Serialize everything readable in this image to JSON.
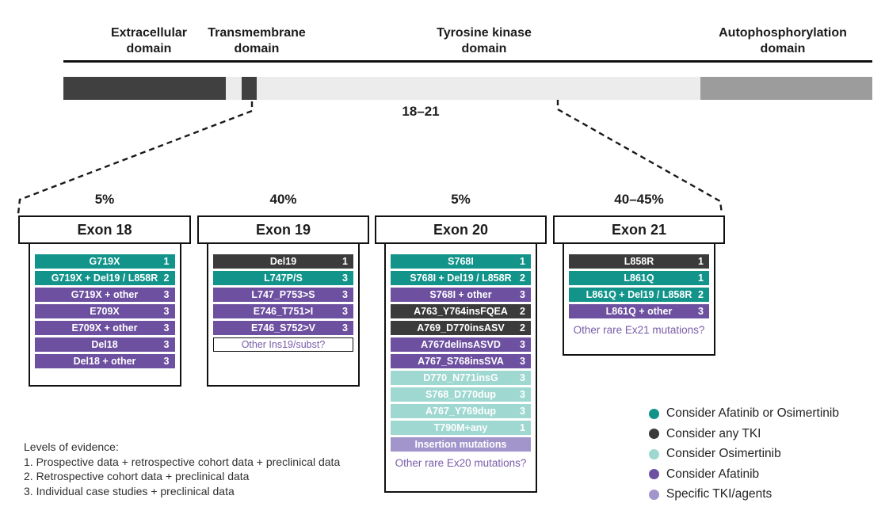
{
  "protein_map": {
    "domains": [
      {
        "line1": "Extracellular",
        "line2": "domain"
      },
      {
        "line1": "Transmembrane",
        "line2": "domain"
      },
      {
        "line1": "Tyrosine kinase",
        "line2": "domain"
      },
      {
        "line1": "Autophosphorylation",
        "line2": "domain"
      }
    ],
    "region_label": "18–21",
    "segments": [
      {
        "name": "extracellular-domain",
        "color": "#404040"
      },
      {
        "name": "gap",
        "color": "#ECECEC"
      },
      {
        "name": "transmembrane-domain",
        "color": "#404040"
      },
      {
        "name": "tyrosine-kinase-domain",
        "color": "#ECECEC"
      },
      {
        "name": "autophosphorylation-domain",
        "color": "#9C9C9C"
      }
    ]
  },
  "exons": [
    {
      "percent": "5%",
      "name": "Exon 18",
      "rows": [
        {
          "label": "G719X",
          "level": "1",
          "color": "#12948B"
        },
        {
          "label": "G719X + Del19 / L858R",
          "level": "2",
          "color": "#12948B"
        },
        {
          "label": "G719X + other",
          "level": "3",
          "color": "#6D50A0"
        },
        {
          "label": "E709X",
          "level": "3",
          "color": "#6D50A0"
        },
        {
          "label": "E709X + other",
          "level": "3",
          "color": "#6D50A0"
        },
        {
          "label": "Del18",
          "level": "3",
          "color": "#6D50A0"
        },
        {
          "label": "Del18 + other",
          "level": "3",
          "color": "#6D50A0"
        }
      ]
    },
    {
      "percent": "40%",
      "name": "Exon 19",
      "rows": [
        {
          "label": "Del19",
          "level": "1",
          "color": "#3B3B3B"
        },
        {
          "label": "L747P/S",
          "level": "3",
          "color": "#12948B"
        },
        {
          "label": "L747_P753>S",
          "level": "3",
          "color": "#6D50A0"
        },
        {
          "label": "E746_T751>I",
          "level": "3",
          "color": "#6D50A0"
        },
        {
          "label": "E746_S752>V",
          "level": "3",
          "color": "#6D50A0"
        }
      ],
      "question_box": "Other Ins19/subst?"
    },
    {
      "percent": "5%",
      "name": "Exon 20",
      "rows": [
        {
          "label": "S768I",
          "level": "1",
          "color": "#12948B"
        },
        {
          "label": "S768I + Del19 / L858R",
          "level": "2",
          "color": "#12948B"
        },
        {
          "label": "S768I + other",
          "level": "3",
          "color": "#6D50A0"
        },
        {
          "label": "A763_Y764insFQEA",
          "level": "2",
          "color": "#3B3B3B"
        },
        {
          "label": "A769_D770insASV",
          "level": "2",
          "color": "#3B3B3B"
        },
        {
          "label": "A767delinsASVD",
          "level": "3",
          "color": "#6D50A0"
        },
        {
          "label": "A767_S768insSVA",
          "level": "3",
          "color": "#6D50A0"
        },
        {
          "label": "D770_N771insG",
          "level": "3",
          "color": "#9FD8D1"
        },
        {
          "label": "S768_D770dup",
          "level": "3",
          "color": "#9FD8D1"
        },
        {
          "label": "A767_Y769dup",
          "level": "3",
          "color": "#9FD8D1"
        },
        {
          "label": "T790M+any",
          "level": "1",
          "color": "#9FD8D1"
        },
        {
          "label": "Insertion mutations",
          "level": "",
          "color": "#A195CB"
        }
      ],
      "question_text": "Other rare Ex20 mutations?"
    },
    {
      "percent": "40–45%",
      "name": "Exon 21",
      "rows": [
        {
          "label": "L858R",
          "level": "1",
          "color": "#3B3B3B"
        },
        {
          "label": "L861Q",
          "level": "1",
          "color": "#12948B"
        },
        {
          "label": "L861Q + Del19 / L858R",
          "level": "2",
          "color": "#12948B"
        },
        {
          "label": "L861Q + other",
          "level": "3",
          "color": "#6D50A0"
        }
      ],
      "question_text": "Other rare Ex21 mutations?"
    }
  ],
  "levels_of_evidence": {
    "title": "Levels of evidence:",
    "items": [
      "1. Prospective data + retrospective cohort data + preclinical data",
      "2. Retrospective cohort data + preclinical data",
      "3. Individual case studies + preclinical data"
    ]
  },
  "legend": {
    "items": [
      {
        "label": "Consider Afatinib or Osimertinib",
        "color": "#12948B"
      },
      {
        "label": "Consider any TKI",
        "color": "#3B3B3B"
      },
      {
        "label": "Consider Osimertinib",
        "color": "#9FD8D1"
      },
      {
        "label": "Consider Afatinib",
        "color": "#6D50A0"
      },
      {
        "label": "Specific TKI/agents",
        "color": "#A195CB"
      }
    ]
  }
}
